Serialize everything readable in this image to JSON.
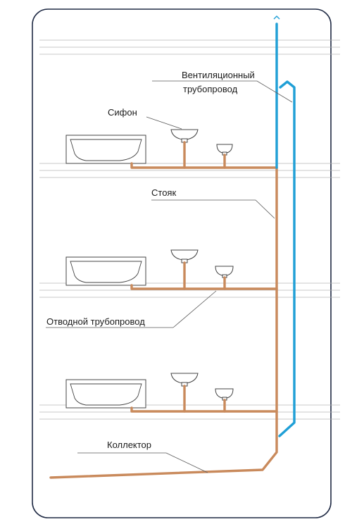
{
  "labels": {
    "vent_pipe_line1": "Вентиляционный",
    "vent_pipe_line2": "трубопровод",
    "siphon": "Сифон",
    "riser": "Стояк",
    "branch_pipe": "Отводной трубопровод",
    "collector": "Коллектор"
  },
  "colors": {
    "drain_pipe": "#c98a5c",
    "vent_pipe": "#1f9fd6",
    "frame_border": "#1f2a44",
    "floor_lines": "#b8b8b8"
  },
  "floors_count": 3
}
